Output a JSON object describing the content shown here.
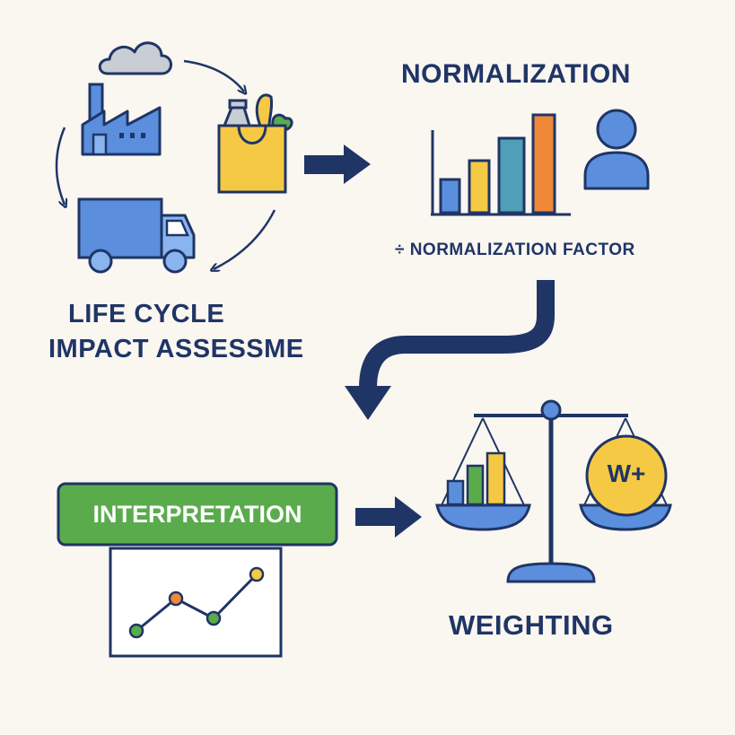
{
  "lca": {
    "title_line1": "LIFE CYCLE",
    "title_line2": "IMPACT ASSESSME",
    "icons": [
      "cloud-icon",
      "factory-icon",
      "grocery-bag-icon",
      "delivery-truck-icon"
    ]
  },
  "normalization": {
    "title": "NORMALIZATION",
    "factor_label": "÷ NORMALIZATION FACTOR",
    "icons": [
      "bar-chart-icon",
      "person-icon"
    ]
  },
  "interpretation": {
    "label": "INTERPRETATION",
    "icons": [
      "line-chart-icon"
    ]
  },
  "weighting": {
    "title": "WEIGHTING",
    "weight_badge": "W+",
    "icons": [
      "balance-scale-icon"
    ]
  },
  "colors": {
    "background": "#faf6f0",
    "outline": "#1f3566",
    "blue": "#5b8fdd",
    "light_blue": "#8ab4ef",
    "yellow": "#f6c944",
    "green": "#5aab4c",
    "teal": "#4f9fb7",
    "orange": "#f0883a",
    "cloud_gray": "#c9cdd4"
  }
}
